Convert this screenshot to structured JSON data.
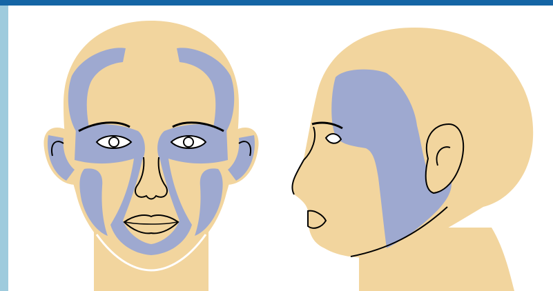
{
  "colors": {
    "header_bar": "#1565a5",
    "side_bar": "#9ecbdd",
    "skin": "#f2d59e",
    "highlighted_region": "#9ea9d0",
    "outline": "#000000",
    "eye_white": "#ffffff"
  },
  "views": [
    {
      "id": "frontal",
      "shows_highlighted_regions": true
    },
    {
      "id": "lateral",
      "shows_highlighted_regions": true
    }
  ],
  "highlighted_regions": [
    "forehead-temples",
    "periorbital",
    "nose",
    "cheeks",
    "perioral-chin",
    "jawline",
    "preauricular"
  ]
}
